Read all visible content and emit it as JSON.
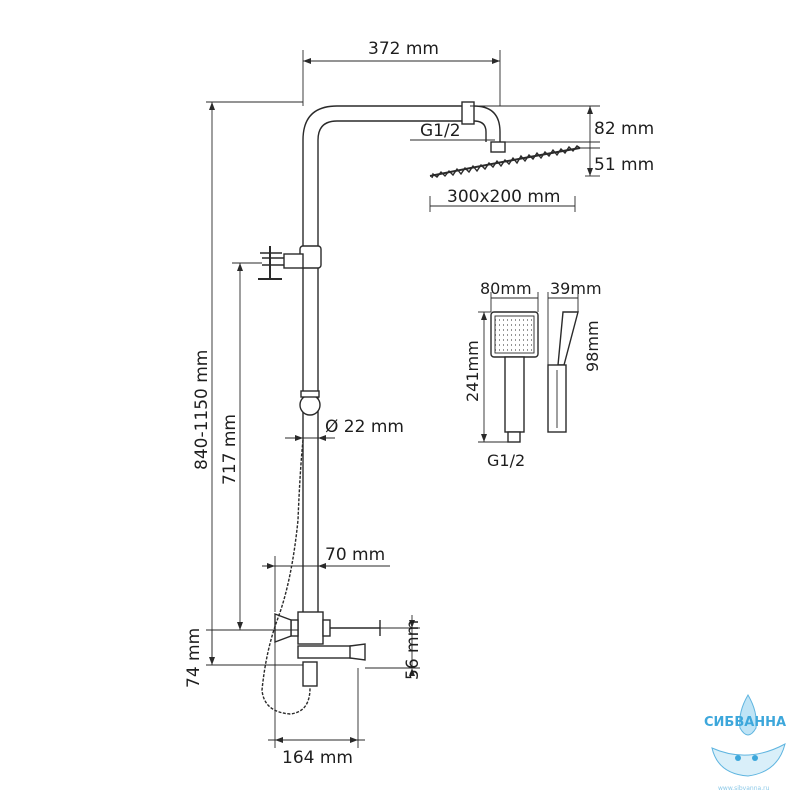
{
  "dimensions": {
    "arm_reach": "372 mm",
    "head_connector": "G1/2",
    "head_drop": "82 mm",
    "head_thickness": "51 mm",
    "head_size": "300x200 mm",
    "total_height": "840-1150 mm",
    "holder_height": "717 mm",
    "pipe_diameter": "Ø 22 mm",
    "mixer_offset": "70 mm",
    "mixer_height_left": "74 mm",
    "spout_height": "56 mm",
    "spout_reach": "164 mm"
  },
  "hand_shower": {
    "width": "80mm",
    "depth": "39mm",
    "head_length": "98mm",
    "total_length": "241mm",
    "connector": "G1/2"
  },
  "watermark": {
    "brand": "СИБВАННА",
    "url": "www.sibvanna.ru"
  }
}
